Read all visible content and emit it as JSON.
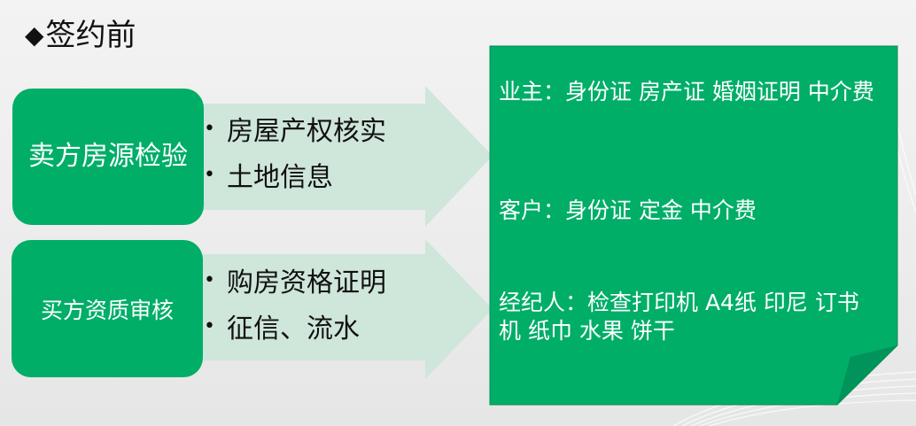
{
  "slide": {
    "title": "签约前",
    "title_bullet": "◆"
  },
  "steps": [
    {
      "label": "卖方房源检验",
      "items": [
        "房屋产权核实",
        "土地信息"
      ]
    },
    {
      "label": "买方资质审核",
      "items": [
        "购房资格证明",
        "征信、流水"
      ]
    }
  ],
  "checklist": {
    "lines": [
      "业主：身份证 房产证 婚姻证明 中介费",
      "客户：身份证 定金 中介费",
      "经纪人：检查打印机 A4纸 印尼 订书机 纸巾 水果 饼干"
    ]
  },
  "colors": {
    "primary_green": "#00ae68",
    "arrow_green": "#cfe6da",
    "fold_green": "#00935a",
    "background": "#ececec"
  }
}
